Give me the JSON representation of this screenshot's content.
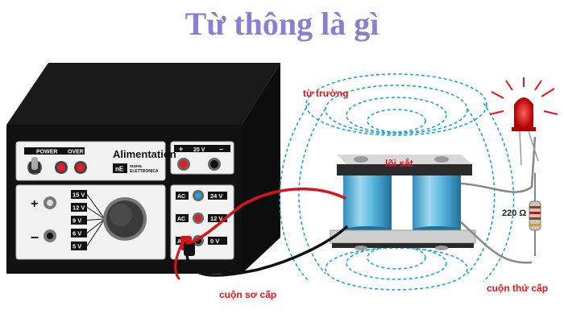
{
  "title": "Từ thông là gì",
  "psu": {
    "power_label": "POWER",
    "over_label": "OVER",
    "brand": "Alimentation",
    "logo_mark": "nE",
    "logo_text_1": "nuova",
    "logo_text_2": "ELETTRONICA",
    "out_voltage": "20 V",
    "plus": "+",
    "minus": "–",
    "voltages": [
      "15 V",
      "12 V",
      "9 V",
      "6 V",
      "5 V"
    ],
    "ac_label": "AC",
    "ac_outputs": [
      "24 V",
      "12 V",
      "0 V"
    ]
  },
  "labels": {
    "field": "từ trường",
    "core": "lõi sắt",
    "resistor": "220 Ω",
    "primary": "cuộn sơ cấp",
    "secondary": "cuộn thứ cấp"
  },
  "colors": {
    "title": "#8a7fd0",
    "label_red": "#e8141a",
    "field_lines": "#1aa6d6",
    "coil": "#5bb8e0",
    "wire_red": "#d8141a",
    "wire_black": "#111111"
  }
}
